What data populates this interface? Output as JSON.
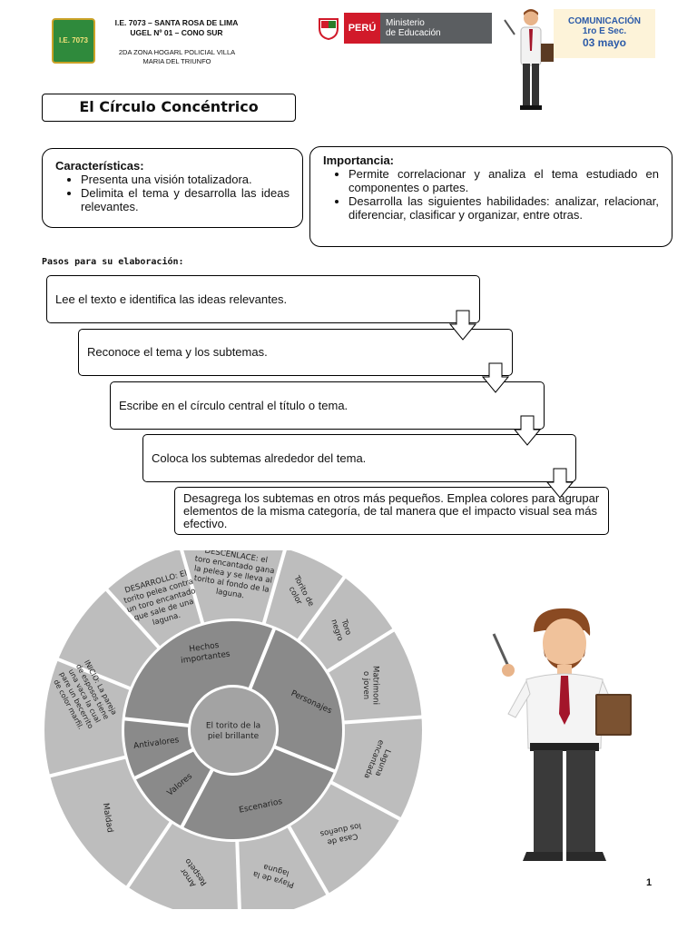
{
  "header": {
    "logo_text": "I.E. 7073",
    "school_line1": "I.E. 7073 – SANTA ROSA DE LIMA",
    "school_line2": "UGEL Nº 01 – CONO SUR",
    "school_line3": "2DA ZONA HOGARL POLICIAL VILLA",
    "school_line4": "MARIA DEL TRIUNFO",
    "peru_label": "PERÚ",
    "ministry_line1": "Ministerio",
    "ministry_line2": "de Educación",
    "course": "COMUNICACIÓN",
    "grade": "1ro E Sec.",
    "date": "03 mayo"
  },
  "title": "El Círculo Concéntrico",
  "features": {
    "heading": "Características:",
    "items": [
      "Presenta una visión totalizadora.",
      "Delimita el tema y desarrolla las ideas relevantes."
    ]
  },
  "importance": {
    "heading": "Importancia:",
    "items": [
      "Permite correlacionar y analiza el tema estudiado en componentes o partes.",
      "Desarrolla las siguientes habilidades: analizar, relacionar, diferenciar, clasificar y organizar, entre otras."
    ]
  },
  "steps_label": "Pasos para su elaboración:",
  "steps": [
    "Lee el texto e identifica las ideas relevantes.",
    "Reconoce el tema y los subtemas.",
    "Escribe en el círculo central el título o tema.",
    "Coloca los subtemas alrededor del tema.",
    "Desagrega los subtemas en otros más pequeños. Emplea colores para agrupar elementos de la misma categoría, de tal manera que el impacto visual sea más efectivo."
  ],
  "circle": {
    "center": [
      "El torito de la",
      "piel brillante"
    ],
    "middle": [
      "Hechos importantes",
      "Personajes",
      "Escenarios",
      "Valores",
      "Antivalores"
    ],
    "outer": [
      [
        "DESARROLLO: El",
        "torito pelea contra",
        "un toro encantado",
        "que sale de una",
        "laguna."
      ],
      [
        "DESCENLACE: el",
        "toro encantado gana",
        "la pelea y se lleva al",
        "torito al fondo de la",
        "laguna."
      ],
      [
        "Torito de",
        "color"
      ],
      [
        "Toro",
        "negro"
      ],
      [
        "Matrimoni",
        "o joven"
      ],
      [
        "Laguna",
        "encantada"
      ],
      [
        "Casa de",
        "los dueños"
      ],
      [
        "Playa de la",
        "laguna"
      ],
      [
        "Amor",
        "Respeto"
      ],
      [
        "Maldad"
      ],
      [
        "INICIO: La pareja",
        "de esposos tiene",
        "una vaca la cual",
        "pare un becerrito",
        "de color marfil."
      ]
    ],
    "colors": {
      "outer": "#bdbdbd",
      "middle": "#8a8a8a",
      "inner": "#a3a3a3",
      "lines": "#ffffff"
    }
  },
  "page_number": "1"
}
